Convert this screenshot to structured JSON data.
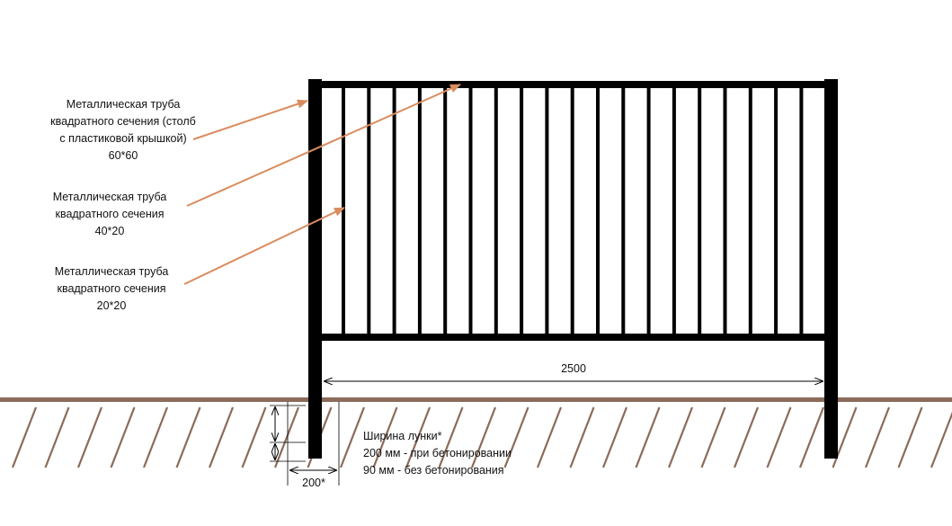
{
  "labels": {
    "post": [
      "Металлическая труба",
      "квадратного сечения (столб",
      "с пластиковой крышкой)",
      "60*60"
    ],
    "rail": [
      "Металлическая труба",
      "квадратного сечения",
      "40*20"
    ],
    "picket": [
      "Металлическая труба",
      "квадратного сечения",
      "20*20"
    ]
  },
  "dimensions": {
    "span": "2500",
    "hole": "200*"
  },
  "note": {
    "title": "Ширина лунки*",
    "line1": "200 мм - при бетонировании",
    "line2": "90 мм - без бетонирования"
  },
  "colors": {
    "steel": "#000000",
    "ground": "#8b6b5a",
    "arrow": "#d98c5f",
    "hatch": "#8b6b5a"
  }
}
